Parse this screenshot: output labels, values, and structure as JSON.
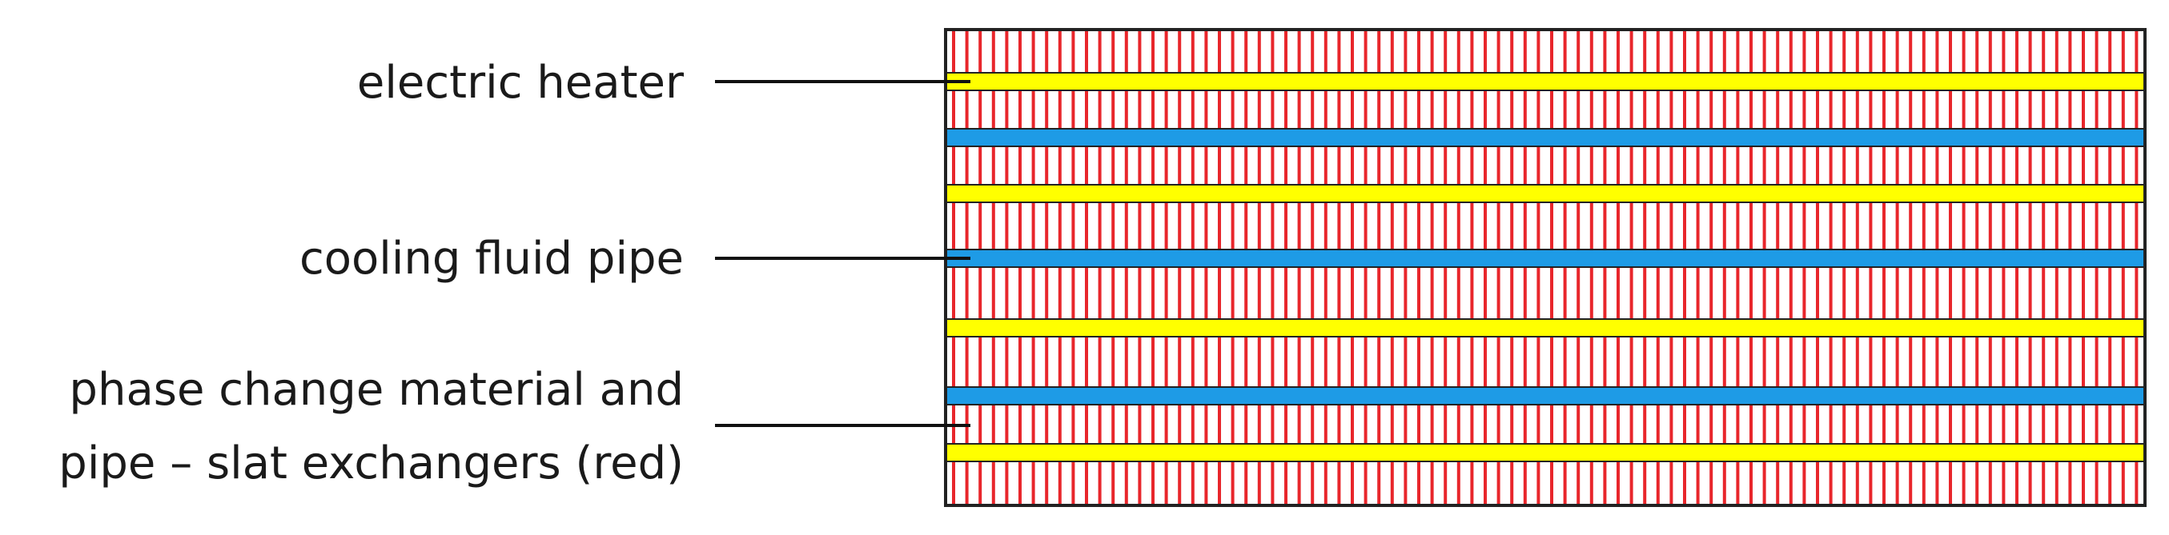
{
  "labels": {
    "heater": "electric heater",
    "cooling": "cooling fluid pipe",
    "pcm_line1": "phase change material and",
    "pcm_line2": "pipe – slat exchangers (red)"
  },
  "colors": {
    "background": "#ffffff",
    "fin_stripe": "#e8262b",
    "heater_bar": "#ffff00",
    "cooling_bar": "#1e9be6",
    "outline": "#222222",
    "leader_line": "#111111"
  },
  "bars": {
    "sequence": [
      "heater",
      "cooling",
      "heater",
      "cooling",
      "heater",
      "cooling",
      "heater"
    ]
  }
}
